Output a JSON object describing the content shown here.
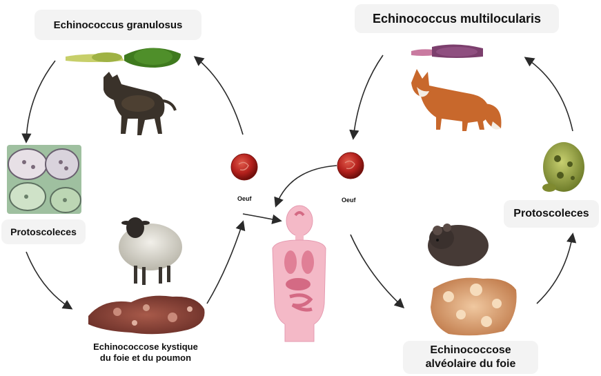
{
  "labels": {
    "left_species": "Echinococcus granulosus",
    "right_species": "Echinococcus multilocularis",
    "left_protoscoleces": "Protoscoleces",
    "right_protoscoleces": "Protoscoleces",
    "egg_left": "Oeuf",
    "egg_right": "Oeuf",
    "left_disease_line1": "Echinococcose kystique",
    "left_disease_line2": "du foie et du poumon",
    "right_disease_line1": "Echinococcose",
    "right_disease_line2": "alvéolaire du foie"
  },
  "icons": {
    "tapeworm_left": "tapeworm-green-icon",
    "dog": "dog-icon",
    "cysts": "cyst-tissue-icon",
    "sheep": "sheep-icon",
    "liver_left": "cystic-liver-icon",
    "egg": "egg-icon",
    "human": "human-body-icon",
    "tapeworm_right": "tapeworm-purple-icon",
    "fox": "fox-icon",
    "protoscolex_right": "protoscolex-icon",
    "mouse": "rodent-icon",
    "liver_right": "alveolar-liver-icon"
  },
  "colors": {
    "egg": "#b3201c",
    "human_pink": "#f4b9c7",
    "tapeworm_green": "#6f9a2e",
    "tapeworm_purple": "#7c3f6d",
    "arrow": "#2a2a2a"
  }
}
